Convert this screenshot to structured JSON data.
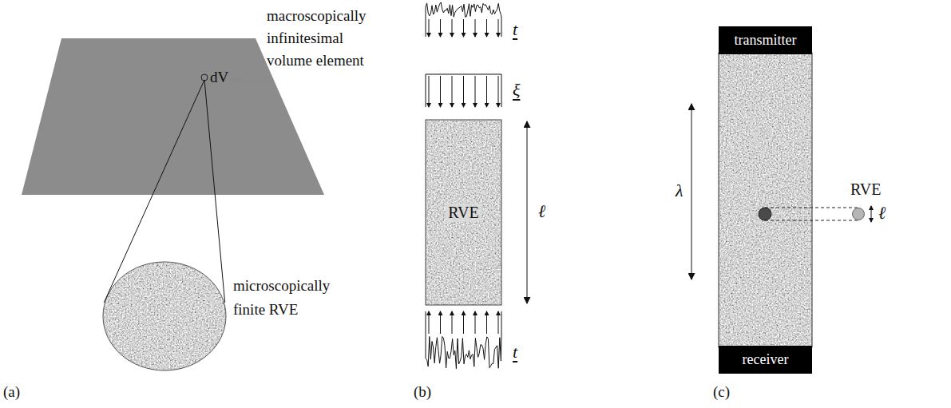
{
  "diagram": {
    "nodes": [
      {
        "text": [
          "dV"
        ]
      },
      {
        "text": [
          "microscopically finite RVE"
        ]
      },
      {
        "text": [
          "RVE"
        ]
      },
      {
        "text": [
          "transmitter"
        ]
      },
      {
        "text": [
          "receiver"
        ]
      },
      {
        "text": [
          "RVE"
        ]
      }
    ],
    "edges": [
      {
        "from": 0,
        "to": 1,
        "arrow": "none"
      }
    ],
    "labels": [
      "macroscopically infinitesimal volume element",
      "(a)",
      "t",
      "ξ",
      "ℓ",
      "t",
      "(b)",
      "λ",
      "ℓ",
      "(c)"
    ]
  }
}
